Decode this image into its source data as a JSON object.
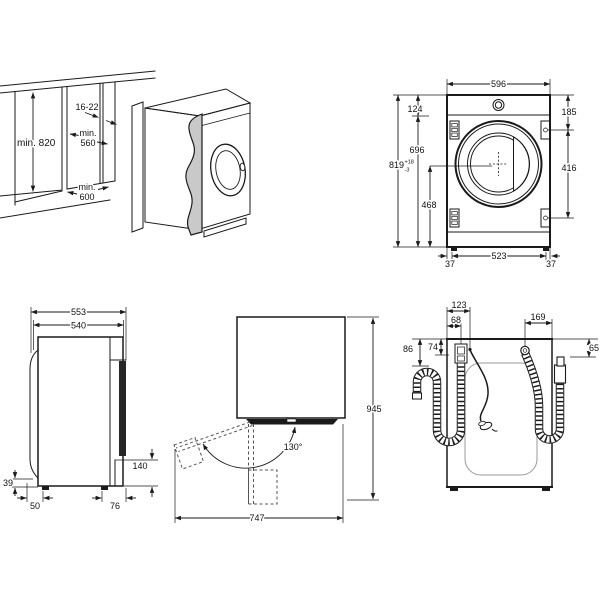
{
  "document": {
    "kind": "appliance-installation-dimension-drawing",
    "units": "mm"
  },
  "colors": {
    "line": "#1a1a1a",
    "panel_gray": "#c9c9c9",
    "dash": "#555555",
    "background": "#ffffff"
  },
  "views": {
    "niche": {
      "title": "cabinet-niche-view",
      "min_height": "min. 820",
      "panel_thickness": "16-22",
      "depth_prefix": "min.",
      "depth_value": "560",
      "width_prefix": "min.",
      "width_value": "600"
    },
    "front": {
      "title": "front-view",
      "width": "596",
      "top_edge": "124",
      "body_height": "696",
      "overall_height": "819",
      "tol_plus": "+18",
      "tol_minus": "-3",
      "top_to_hinge": "185",
      "hinge_span": "416",
      "center_to_bottom": "468",
      "feet_span": "523",
      "foot_inset_left": "37",
      "foot_inset_right": "37"
    },
    "side": {
      "title": "side-view",
      "depth_total": "553",
      "depth_body": "540",
      "plinth_height": "140",
      "bottom_clearance": "39",
      "rear_foot_inset": "50",
      "front_foot_inset": "76"
    },
    "top": {
      "title": "top-view-door-swing",
      "open_depth": "945",
      "open_width": "747",
      "door_angle": "130°"
    },
    "rear": {
      "title": "rear-view-connections",
      "cord_offset": "123",
      "drain_offset": "68",
      "inlet_offset": "169",
      "hose_guide_drop": "86",
      "cord_drop": "74",
      "inlet_drop": "65"
    }
  }
}
